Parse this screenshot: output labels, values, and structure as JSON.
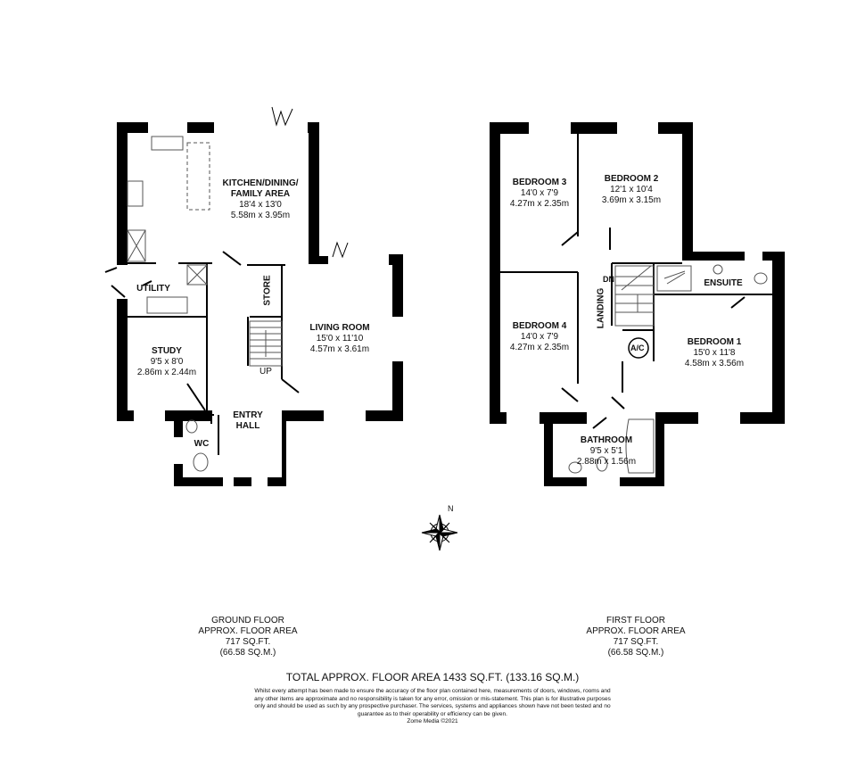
{
  "ground_floor": {
    "rooms": [
      {
        "name": "KITCHEN/DINING/\nFAMILY AREA",
        "line1": "KITCHEN/DINING/",
        "line2": "FAMILY AREA",
        "imperial": "18'4 x 13'0",
        "metric": "5.58m x 3.95m"
      },
      {
        "name": "UTILITY"
      },
      {
        "name": "STORE"
      },
      {
        "name": "LIVING ROOM",
        "imperial": "15'0 x 11'10",
        "metric": "4.57m x 3.61m"
      },
      {
        "name": "STUDY",
        "imperial": "9'5 x 8'0",
        "metric": "2.86m x 2.44m"
      },
      {
        "line1": "ENTRY",
        "line2": "HALL"
      },
      {
        "name": "WC"
      }
    ],
    "stairs_label": "UP",
    "area": {
      "title": "GROUND FLOOR",
      "subtitle": "APPROX. FLOOR AREA",
      "sqft": "717 SQ.FT.",
      "sqm": "(66.58 SQ.M.)"
    }
  },
  "first_floor": {
    "rooms": [
      {
        "name": "BEDROOM 3",
        "imperial": "14'0 x 7'9",
        "metric": "4.27m x 2.35m"
      },
      {
        "name": "BEDROOM 2",
        "imperial": "12'1 x 10'4",
        "metric": "3.69m x 3.15m"
      },
      {
        "name": "ENSUITE"
      },
      {
        "name": "BEDROOM 4",
        "imperial": "14'0 x 7'9",
        "metric": "4.27m x 2.35m"
      },
      {
        "name": "BEDROOM 1",
        "imperial": "15'0 x 11'8",
        "metric": "4.58m x 3.56m"
      },
      {
        "name": "BATHROOM",
        "imperial": "9'5 x 5'1",
        "metric": "2.88m x 1.56m"
      },
      {
        "name": "LANDING"
      },
      {
        "name": "A/C"
      }
    ],
    "stairs_label": "DN",
    "area": {
      "title": "FIRST FLOOR",
      "subtitle": "APPROX. FLOOR AREA",
      "sqft": "717 SQ.FT.",
      "sqm": "(66.58 SQ.M.)"
    }
  },
  "compass": {
    "label": "N"
  },
  "total": "TOTAL APPROX. FLOOR AREA 1433 SQ.FT. (133.16 SQ.M.)",
  "disclaimer": "Whilst every attempt has been made to ensure the accuracy of the floor plan contained here, measurements of doors, windows, rooms and any other items are approximate and no responsibility is taken for any error, omission or mis-statement. This plan is for illustrative purposes only and should be used as such by any prospective purchaser. The services, systems and appliances shown have not been tested and no guarantee as to their operability or efficiency can be given.",
  "credit": "Zome Media ©2021"
}
